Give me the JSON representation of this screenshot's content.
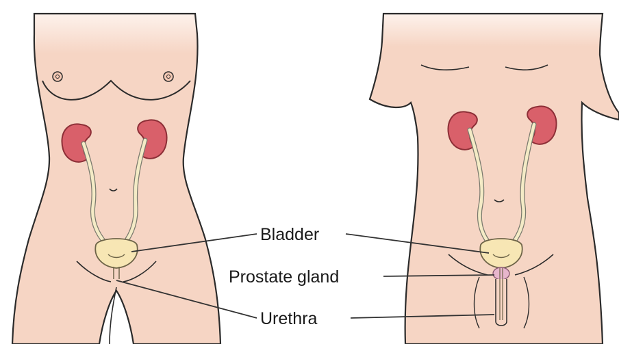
{
  "labels": {
    "bladder": "Bladder",
    "prostate": "Prostate gland",
    "urethra": "Urethra"
  },
  "colors": {
    "skin": "#f6d5c4",
    "skin_top": "#fbe9df",
    "outline": "#2b2b2b",
    "kidney": "#d9606a",
    "kidney_outline": "#8d2f37",
    "ureter": "#f4ebc6",
    "bladder": "#f7e6b4",
    "prostate": "#e7b6cc",
    "leader": "#333333"
  }
}
